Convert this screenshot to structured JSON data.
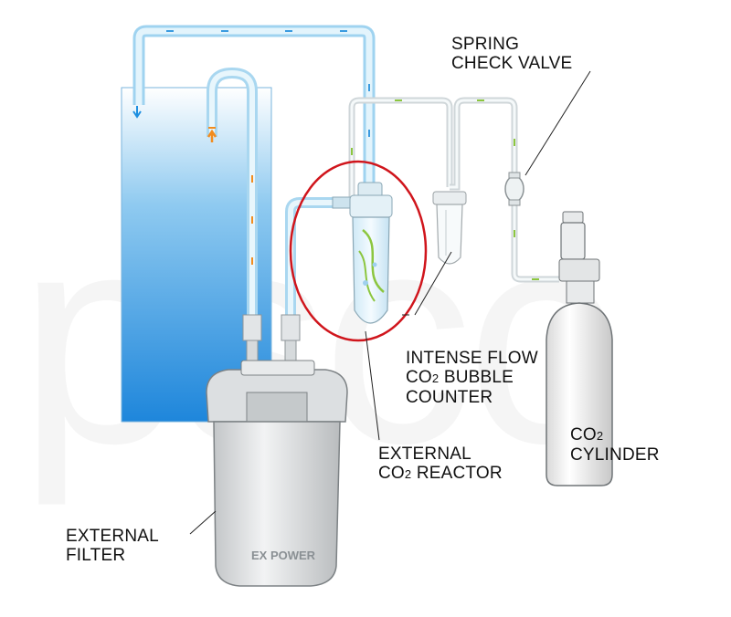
{
  "watermark": "pscc",
  "filter_brand": "EX POWER",
  "labels": {
    "spring_check_valve": [
      "SPRING",
      "CHECK VALVE"
    ],
    "bubble_counter": [
      "INTENSE FLOW",
      "CO",
      "2",
      " BUBBLE",
      "COUNTER"
    ],
    "co2_reactor": [
      "EXTERNAL",
      "CO",
      "2",
      " REACTOR"
    ],
    "co2_cylinder": [
      "CO",
      "2",
      "CYLINDER"
    ],
    "external_filter": [
      "EXTERNAL",
      "FILTER"
    ]
  },
  "colors": {
    "water_blue": "#1e8fe0",
    "tube_blue": "#bfe4f7",
    "highlight_ring": "#d0151c",
    "flow_orange": "#f28c1e",
    "co2_green": "#8cc63f",
    "filter_grey": "#c9ccce"
  }
}
